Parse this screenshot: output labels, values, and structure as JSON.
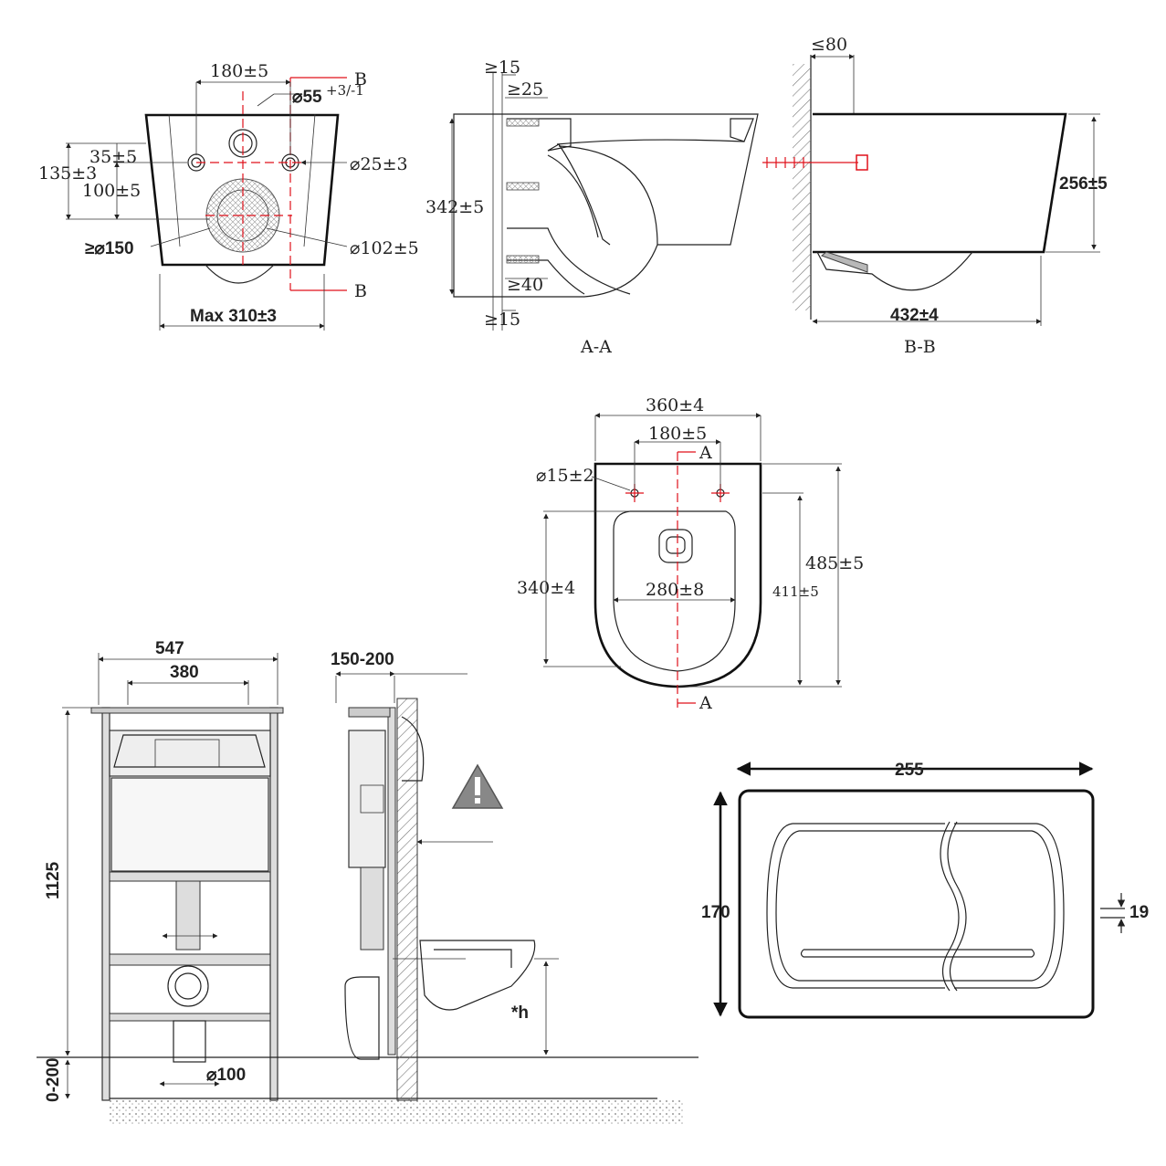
{
  "top_left": {
    "dim_180": "180±5",
    "dim_d55": "⌀55",
    "dim_d55_tol": "+3/-1",
    "dim_35": "35±5",
    "dim_135": "135±3",
    "dim_100": "100±5",
    "dim_d25": "⌀25±3",
    "dim_d150": "≥⌀150",
    "dim_d102": "⌀102±5",
    "dim_max310": "Max 310±3",
    "section_b_top": "B",
    "section_b_bottom": "B"
  },
  "section_aa": {
    "dim_15_top": "≥15",
    "dim_25": "≥25",
    "dim_342": "342±5",
    "dim_40": "≥40",
    "dim_15_bottom": "≥15",
    "label": "A-A"
  },
  "section_bb": {
    "dim_80": "≤80",
    "dim_256": "256±5",
    "dim_432": "432±4",
    "label": "B-B"
  },
  "top_view": {
    "dim_360": "360±4",
    "dim_180": "180±5",
    "dim_d15": "⌀15±2",
    "dim_340": "340±4",
    "dim_280": "280±8",
    "dim_411": "411±5",
    "dim_485": "485±5",
    "section_a_top": "A",
    "section_a_bottom": "A"
  },
  "frame_front": {
    "dim_547": "547",
    "dim_380": "380",
    "dim_1125": "1125",
    "dim_0_200": "0-200",
    "dim_d100": "⌀100"
  },
  "frame_side": {
    "dim_150_200": "150-200",
    "dim_h": "*h",
    "warning_icon": "warning-triangle-icon"
  },
  "flush_plate": {
    "dim_255": "255",
    "dim_170": "170",
    "dim_19": "19"
  }
}
